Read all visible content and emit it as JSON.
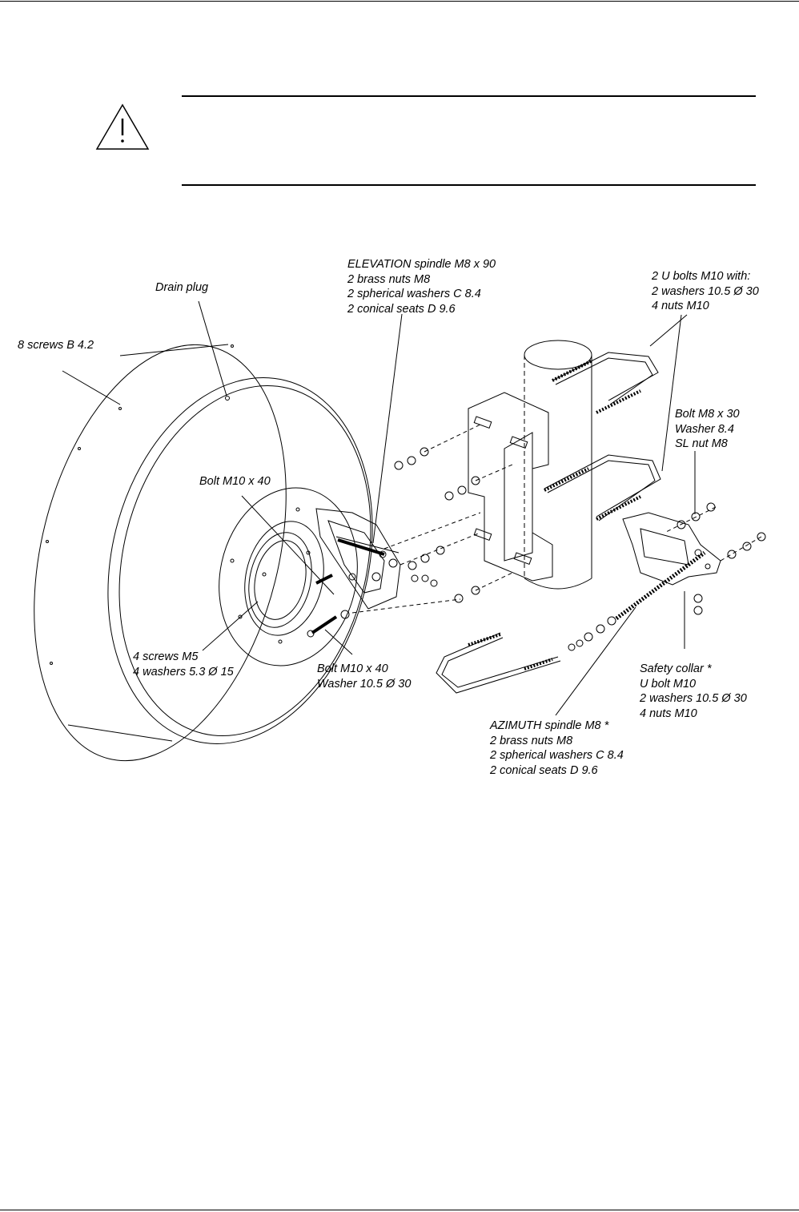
{
  "labels": {
    "elevation": [
      "ELEVATION spindle M8 x 90",
      "2 brass nuts M8",
      "2 spherical washers C 8.4",
      "2 conical seats D 9.6"
    ],
    "drain_plug": [
      "Drain plug"
    ],
    "screws_b42": [
      "8 screws B 4.2"
    ],
    "u_bolts": [
      "2 U bolts M10 with:",
      "2 washers 10.5 Ø 30",
      "4 nuts M10"
    ],
    "bolt_m8": [
      "Bolt M8 x 30",
      "Washer 8.4",
      "SL nut M8"
    ],
    "bolt_m10_top": [
      "Bolt M10 x 40"
    ],
    "screws_m5": [
      "4 screws M5",
      "4 washers 5.3 Ø 15"
    ],
    "bolt_m10_bottom": [
      "Bolt M10 x 40",
      "Washer 10.5 Ø 30"
    ],
    "safety_collar": [
      "Safety collar *",
      "U bolt M10",
      "2 washers 10.5 Ø 30",
      "4 nuts M10"
    ],
    "azimuth": [
      "AZIMUTH spindle M8 *",
      "2 brass nuts M8",
      "2 spherical washers C 8.4",
      "2 conical seats D 9.6"
    ]
  },
  "warning": {
    "icon": "warning-triangle-icon",
    "text": ""
  }
}
